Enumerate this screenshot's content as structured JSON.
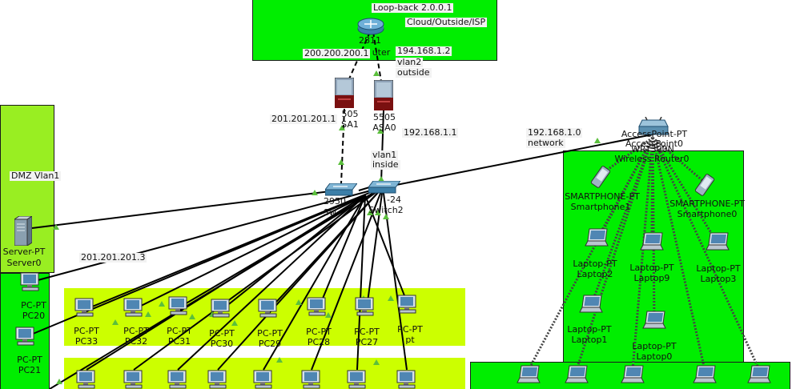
{
  "colors": {
    "zone_green": "#00ee00",
    "zone_lime": "#ccff00",
    "zone_dmz": "#99ee22",
    "link": "#000000",
    "port_up": "#5bbf3c",
    "wireless": "#444444"
  },
  "zones": {
    "isp": {
      "label": "Cloud/Outside/ISP"
    },
    "dmz": {
      "label": "DMZ Vlan1"
    }
  },
  "network_labels": {
    "loopback": "Loop-back 2.0.0.1",
    "isp_ip": "200.200.200.1",
    "outside_ip": "194.168.1.2",
    "vlan2": "vlan2",
    "outside": "outside",
    "asa1_ip": "201.201.201.1",
    "inside_ip": "192.168.1.1",
    "vlan1": "vlan1",
    "inside": "inside",
    "wlan_net": "192.168.1.0",
    "wlan_net2": "network",
    "server_ip": "201.201.201.3"
  },
  "devices": {
    "router": {
      "icon": "router-icon",
      "line1": "2811",
      "line2": "uter"
    },
    "asa1": {
      "icon": "firewall-icon",
      "line1": "505",
      "line2": "SA1"
    },
    "asa0": {
      "icon": "firewall-icon",
      "line1": "5505",
      "line2": "ASA0"
    },
    "switch1": {
      "icon": "switch-icon",
      "line1": "2950",
      "line2": "Sw"
    },
    "switch2": {
      "icon": "switch-icon",
      "line1": "-24",
      "line2": "Switch2"
    },
    "ap": {
      "icon": "wireless-router-icon",
      "line1": "AccessPoint-PT",
      "line2": "AccessPoint0",
      "line3": "WRT300N",
      "line4": "Wireless Router0"
    },
    "server0": {
      "icon": "server-icon",
      "line1": "Server-PT",
      "line2": "Server0"
    },
    "pc20": {
      "icon": "pc-icon",
      "line1": "PC-PT",
      "line2": "PC20"
    },
    "pc21": {
      "icon": "pc-icon",
      "line1": "PC-PT",
      "line2": "PC21"
    },
    "pc33": {
      "icon": "pc-icon",
      "line1": "PC-PT",
      "line2": "PC33"
    },
    "pc32": {
      "icon": "pc-icon",
      "line1": "PC-PT",
      "line2": "PC32"
    },
    "pc31": {
      "icon": "pc-icon",
      "line1": "PC-PT",
      "line2": "PC31"
    },
    "pc30": {
      "icon": "pc-icon",
      "line1": "PC-PT",
      "line2": "PC30"
    },
    "pc29": {
      "icon": "pc-icon",
      "line1": "PC-PT",
      "line2": "PC29"
    },
    "pc28": {
      "icon": "pc-icon",
      "line1": "PC-PT",
      "line2": "PC28"
    },
    "pc27": {
      "icon": "pc-icon",
      "line1": "PC-PT",
      "line2": "PC27"
    },
    "pt": {
      "icon": "pc-icon",
      "line1": "PC-PT",
      "line2": "pt"
    },
    "smartphone1": {
      "icon": "smartphone-icon",
      "line1": "SMARTPHONE-PT",
      "line2": "Smartphone1"
    },
    "smartphone0": {
      "icon": "smartphone-icon",
      "line1": "SMARTPHONE-PT",
      "line2": "Smartphone0"
    },
    "laptop2": {
      "icon": "laptop-icon",
      "line1": "Laptop-PT",
      "line2": "Laptop2"
    },
    "laptop9": {
      "icon": "laptop-icon",
      "line1": "Laptop-PT",
      "line2": "Laptop9"
    },
    "laptop3": {
      "icon": "laptop-icon",
      "line1": "Laptop-PT",
      "line2": "Laptop3"
    },
    "laptop1": {
      "icon": "laptop-icon",
      "line1": "Laptop-PT",
      "line2": "Laptop1"
    },
    "laptop0": {
      "icon": "laptop-icon",
      "line1": "Laptop-PT",
      "line2": "Laptop0"
    }
  }
}
